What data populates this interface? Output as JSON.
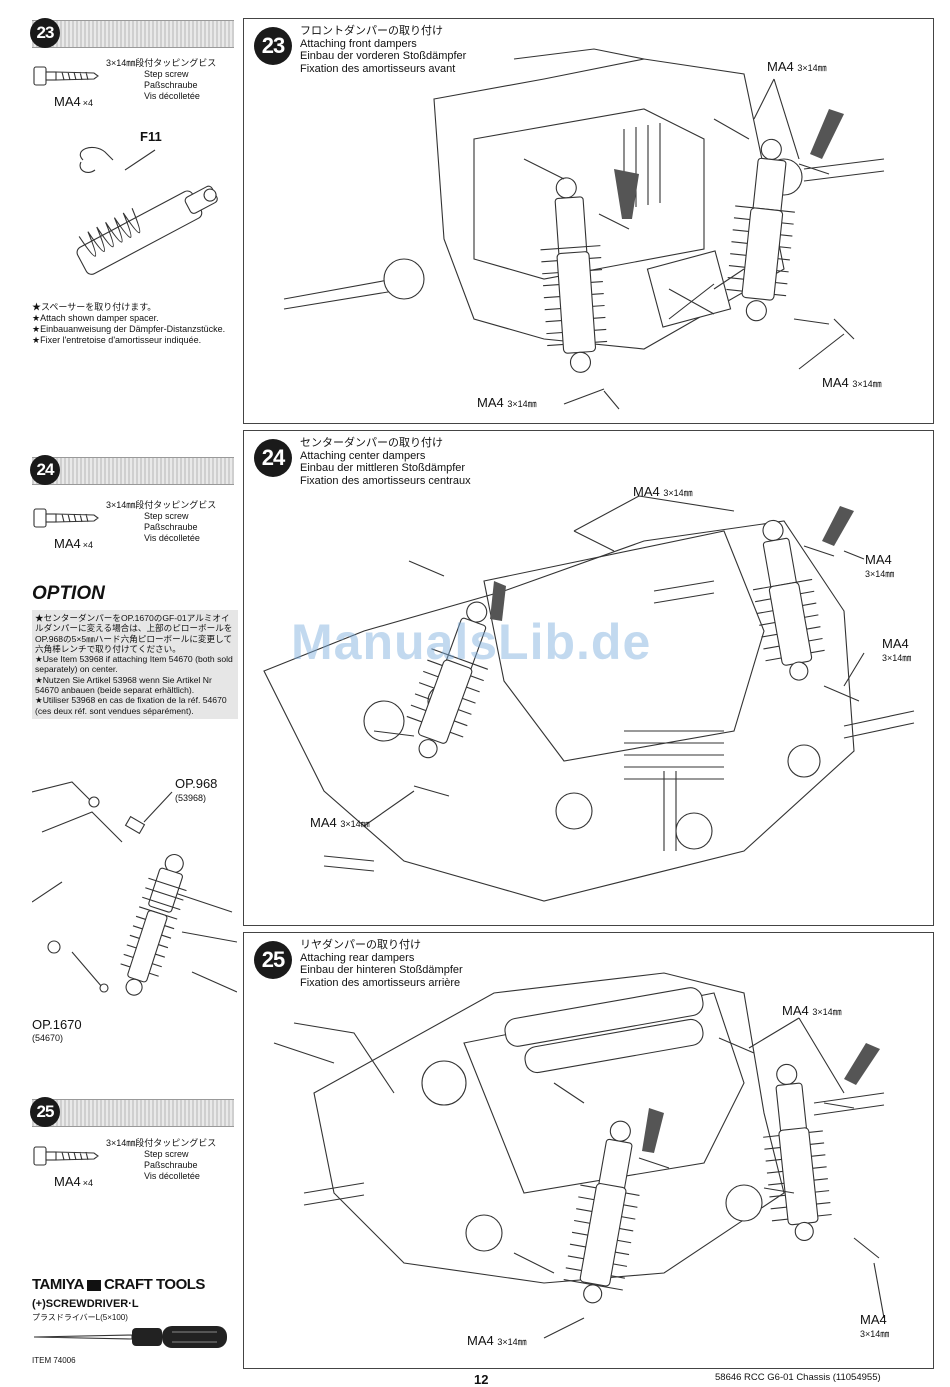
{
  "left_column": {
    "step23": {
      "number": "23",
      "screw_size": "3×14㎜段付タッピングビス",
      "screw_en": "Step screw",
      "screw_de": "Paßschraube",
      "screw_fr": "Vis décolletée",
      "part": "MA4",
      "qty": "×4",
      "spacer_label": "F11",
      "notes": [
        "★スペーサーを取り付けます。",
        "★Attach shown damper spacer.",
        "★Einbauanweisung der Dämpfer-Distanzstücke.",
        "★Fixer l'entretoise d'amortisseur indiquée."
      ]
    },
    "step24": {
      "number": "24",
      "screw_size": "3×14㎜段付タッピングビス",
      "screw_en": "Step screw",
      "screw_de": "Paßschraube",
      "screw_fr": "Vis décolletée",
      "part": "MA4",
      "qty": "×4"
    },
    "option": {
      "title": "OPTION",
      "text_jp": "★センターダンパーをOP.1670のGF-01アルミオイルダンパーに変える場合は、上部のピローボールをOP.968の5×5㎜ハード六角ピローボールに変更して六角棒レンチで取り付けてください。",
      "text_en": "★Use Item 53968 if attaching Item 54670 (both sold separately) on center.",
      "text_de": "★Nutzen Sie Artikel 53968 wenn Sie Artikel Nr 54670 anbauen (beide separat erhältlich).",
      "text_fr": "★Utiliser 53968 en cas de fixation de la réf. 54670 (ces deux réf. sont vendues séparément).",
      "op968": "OP.968",
      "op968_num": "(53968)",
      "op1670": "OP.1670",
      "op1670_num": "(54670)"
    },
    "step25": {
      "number": "25",
      "screw_size": "3×14㎜段付タッピングビス",
      "screw_en": "Step screw",
      "screw_de": "Paßschraube",
      "screw_fr": "Vis décolletée",
      "part": "MA4",
      "qty": "×4"
    },
    "tools": {
      "brand": "TAMIYA",
      "title": "CRAFT TOOLS",
      "screwdriver": "(+)SCREWDRIVER·L",
      "screwdriver_jp": "プラスドライバーL(5×100)",
      "item": "ITEM 74006"
    }
  },
  "panels": {
    "p23": {
      "number": "23",
      "title_jp": "フロントダンパーの取り付け",
      "title_en": "Attaching front dampers",
      "title_de": "Einbau der vorderen Stoßdämpfer",
      "title_fr": "Fixation des amortisseurs avant",
      "callouts": [
        {
          "part": "MA4",
          "size": "3×14㎜"
        },
        {
          "part": "MA4",
          "size": "3×14㎜"
        },
        {
          "part": "MA4",
          "size": "3×14㎜"
        }
      ]
    },
    "p24": {
      "number": "24",
      "title_jp": "センターダンパーの取り付け",
      "title_en": "Attaching center dampers",
      "title_de": "Einbau der mittleren Stoßdämpfer",
      "title_fr": "Fixation des amortisseurs centraux",
      "callouts": [
        {
          "part": "MA4",
          "size": "3×14㎜"
        },
        {
          "part": "MA4",
          "size": "3×14㎜"
        },
        {
          "part": "MA4",
          "size": "3×14㎜"
        },
        {
          "part": "MA4",
          "size": "3×14㎜"
        }
      ]
    },
    "p25": {
      "number": "25",
      "title_jp": "リヤダンパーの取り付け",
      "title_en": "Attaching rear dampers",
      "title_de": "Einbau der hinteren Stoßdämpfer",
      "title_fr": "Fixation des amortisseurs arrière",
      "callouts": [
        {
          "part": "MA4",
          "size": "3×14㎜"
        },
        {
          "part": "MA4",
          "size": "3×14㎜"
        },
        {
          "part": "MA4",
          "size": "3×14㎜"
        }
      ]
    }
  },
  "watermark": "ManualsLib.de",
  "footer": {
    "page": "12",
    "info": "58646 RCC G6-01 Chassis (11054955)"
  }
}
